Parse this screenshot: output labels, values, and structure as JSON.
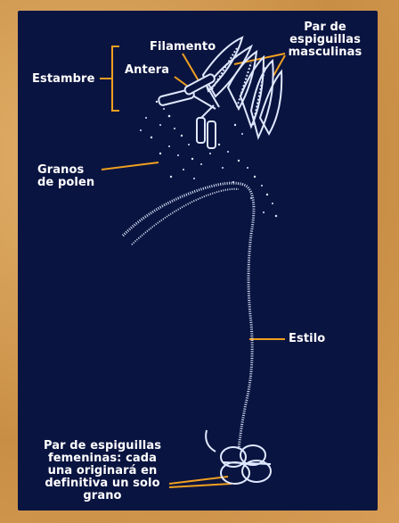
{
  "labels": {
    "estambre": "Estambre",
    "antera": "Antera",
    "filamento": "Filamento",
    "espiguillas_masculinas": "Par de espiguillas masculinas",
    "granos_polen": "Granos de polen",
    "estilo": "Estilo",
    "espiguillas_femeninas": "Par de espiguillas femeninas: cada una originará en definitiva un solo grano"
  },
  "colors": {
    "background": "#0a1440",
    "frame": "#d8a05a",
    "leader_lines": "#f0a020",
    "drawing": "#dfe8ff",
    "text": "#ffffff"
  }
}
